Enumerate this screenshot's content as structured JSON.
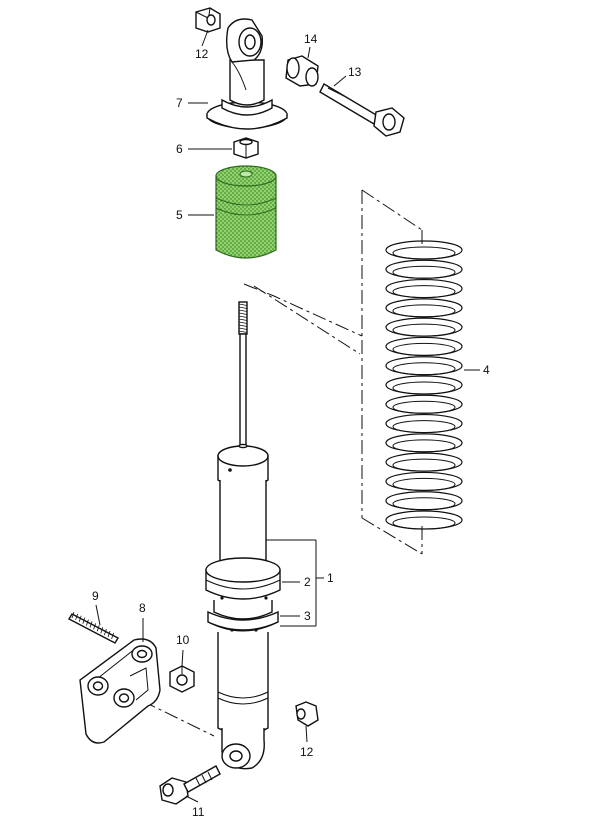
{
  "callouts": {
    "c1": "1",
    "c2": "2",
    "c3": "3",
    "c4": "4",
    "c5": "5",
    "c6": "6",
    "c7": "7",
    "c8": "8",
    "c9": "9",
    "c10": "10",
    "c11": "11",
    "c12_top": "12",
    "c12_bottom": "12",
    "c13": "13",
    "c14": "14"
  },
  "highlight_color": "#7ccb5a",
  "highlighted_part": "5"
}
